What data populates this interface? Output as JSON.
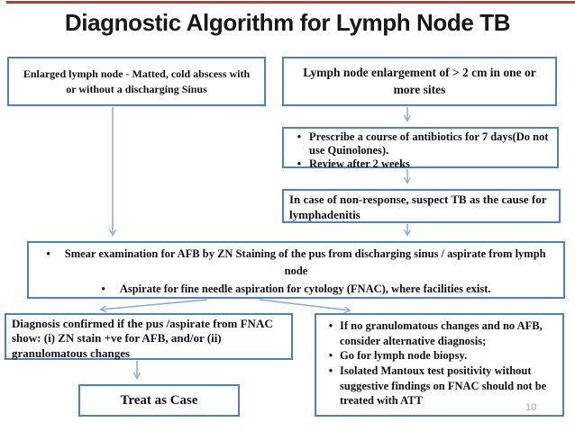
{
  "slide": {
    "title": "Diagnostic Algorithm for Lymph Node TB",
    "page_number": "10",
    "colors": {
      "top_bar_red": "#c0392b",
      "box_border_blue": "#4f81bd",
      "arrow_blue": "#8ba9d4",
      "text_dark": "#10101f",
      "page_number_gray": "#a6a6a6"
    }
  },
  "boxes": {
    "enlarged_node": {
      "text": "Enlarged lymph node - Matted, cold abscess with or without a discharging Sinus"
    },
    "enlargement_2cm": {
      "text": "Lymph node enlargement of > 2 cm in one or more sites"
    },
    "antibiotics": {
      "bullets": [
        "Prescribe a course of antibiotics for 7 days(Do not use Quinolones).",
        "Review after 2 weeks"
      ]
    },
    "non_response": {
      "text": "In case of non-response, suspect TB as the cause for lymphadenitis"
    },
    "examination": {
      "bullets": [
        "Smear examination for AFB by ZN Staining of the pus from discharging sinus / aspirate from lymph node",
        "Aspirate for fine needle aspiration for cytology (FNAC), where facilities exist."
      ]
    },
    "diagnosis_confirmed": {
      "text": "Diagnosis confirmed if the pus /aspirate from FNAC show: (i) ZN stain +ve for AFB, and/or (ii) granulomatous changes"
    },
    "treat_as_case": {
      "text": "Treat as Case"
    },
    "no_granulomatous": {
      "bullets": [
        "If no granulomatous changes and no AFB, consider alternative diagnosis;",
        "Go for lymph node biopsy.",
        "Isolated Mantoux test positivity without suggestive findings on FNAC should not be treated with ATT"
      ]
    }
  }
}
